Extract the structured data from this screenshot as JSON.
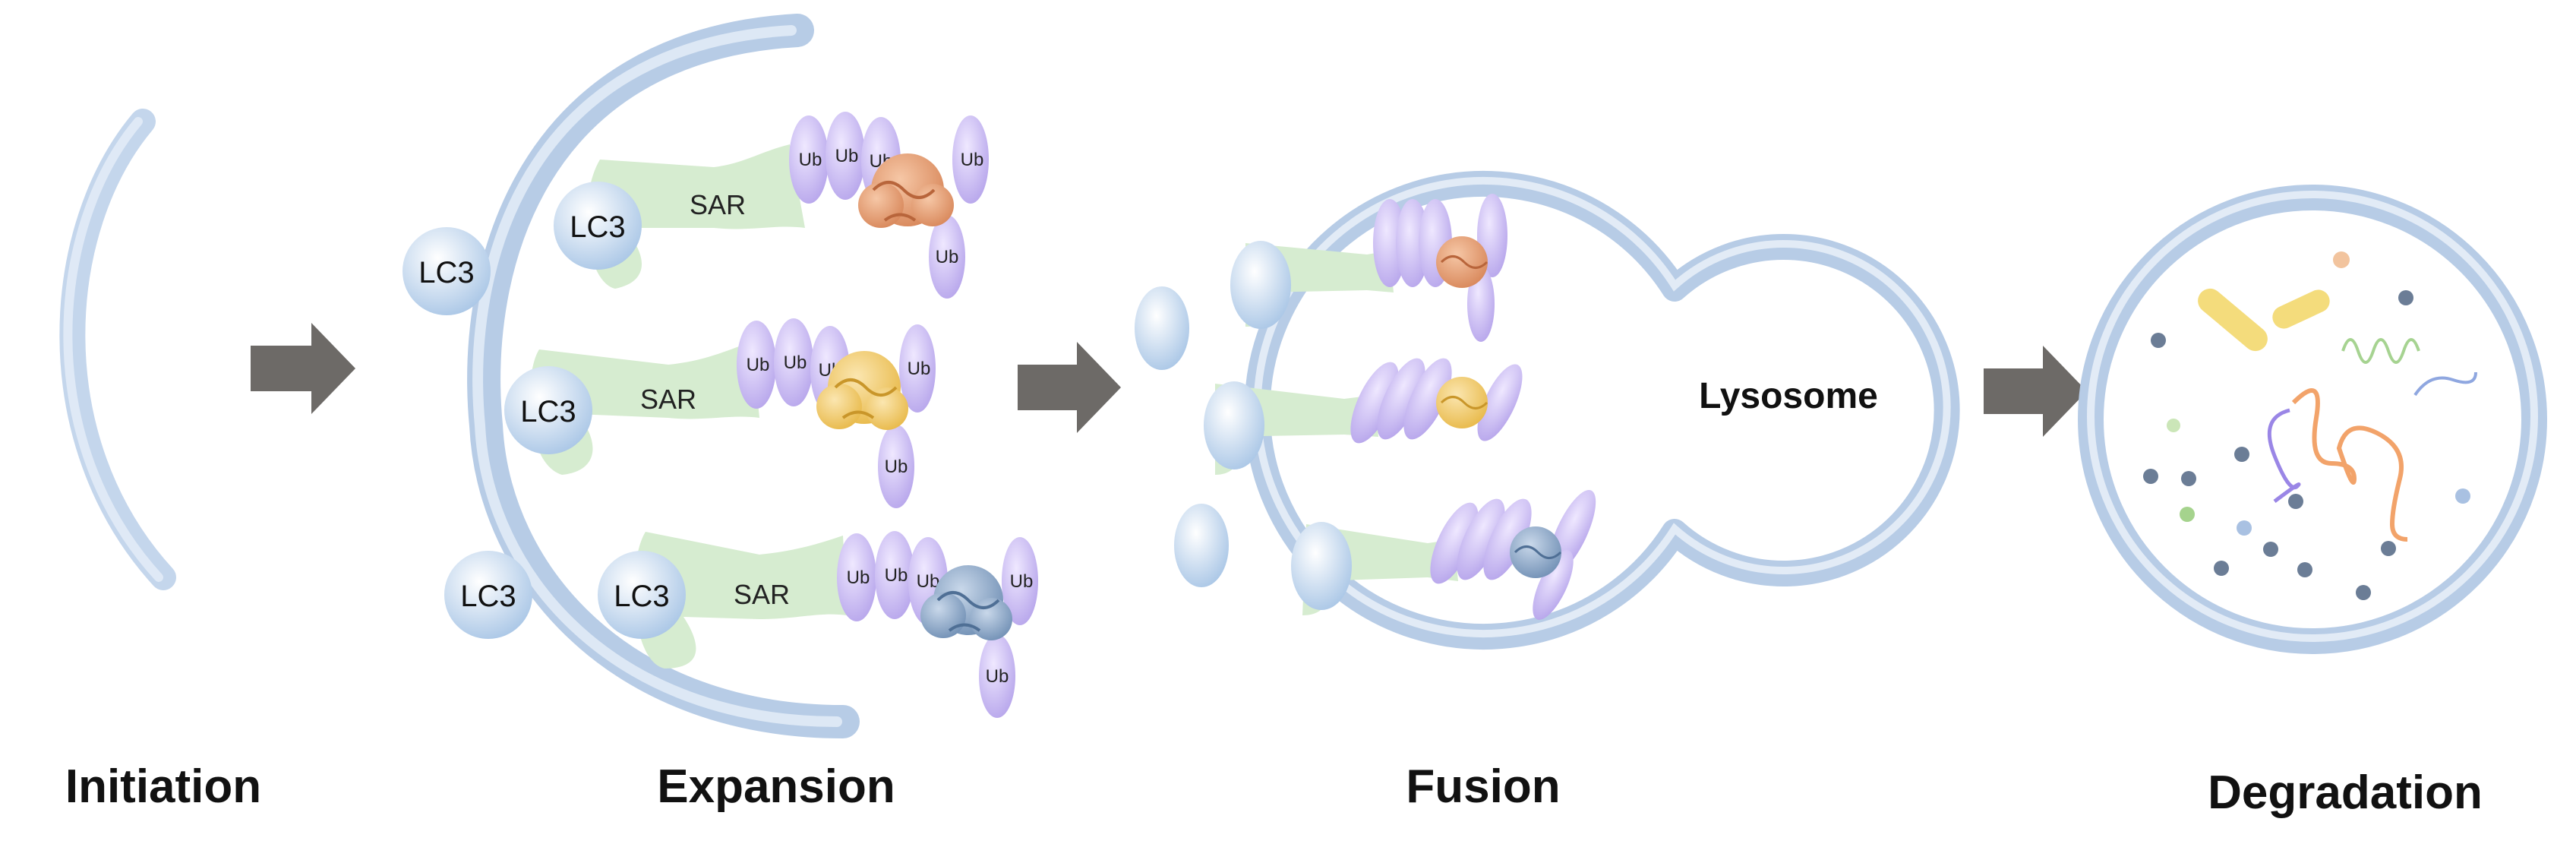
{
  "stages": {
    "initiation": "Initiation",
    "expansion": "Expansion",
    "fusion": "Fusion",
    "degradation": "Degradation"
  },
  "labels": {
    "lc3": "LC3",
    "sar": "SAR",
    "ub": "Ub",
    "lysosome": "Lysosome"
  },
  "colors": {
    "membrane": "#b7cce6",
    "lc3": "#c9ddf1",
    "sar": "#d6ecd0",
    "ub": "#c8b8ef",
    "cargo_orange": "#e6a077",
    "cargo_yellow": "#f0cc72",
    "cargo_blue": "#8fa9c8",
    "arrow": "#6d6a67"
  }
}
